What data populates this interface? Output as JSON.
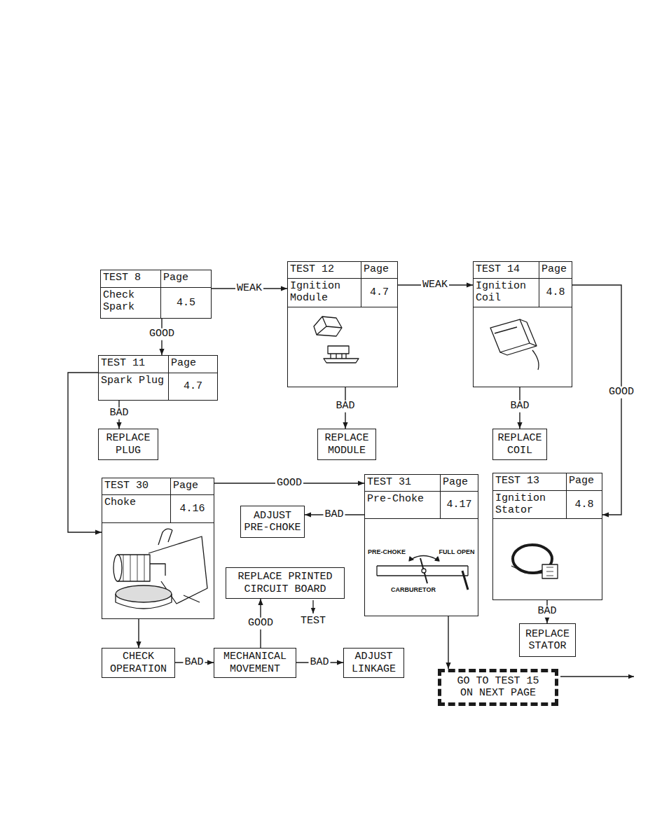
{
  "diagram": {
    "nodes": [
      {
        "text": [
          "TEST 8",
          "Page",
          "Check Spark",
          "4.5"
        ]
      },
      {
        "text": [
          "TEST 12",
          "Page",
          "Ignition Module",
          "4.7"
        ]
      },
      {
        "text": [
          "TEST 14",
          "Page",
          "Ignition Coil",
          "4.8"
        ]
      },
      {
        "text": [
          "TEST 11",
          "Page",
          "Spark Plug",
          "4.7"
        ]
      },
      {
        "text": [
          "REPLACE PLUG"
        ]
      },
      {
        "text": [
          "REPLACE MODULE"
        ]
      },
      {
        "text": [
          "REPLACE COIL"
        ]
      },
      {
        "text": [
          "TEST 30",
          "Page",
          "Choke",
          "4.16"
        ]
      },
      {
        "text": [
          "TEST 31",
          "Page",
          "Pre-Choke",
          "4.17"
        ]
      },
      {
        "text": [
          "TEST 13",
          "Page",
          "Ignition Stator",
          "4.8"
        ]
      },
      {
        "text": [
          "ADJUST PRE-CHOKE"
        ]
      },
      {
        "text": [
          "REPLACE PRINTED CIRCUIT BOARD"
        ]
      },
      {
        "text": [
          "REPLACE STATOR"
        ]
      },
      {
        "text": [
          "CHECK OPERATION"
        ]
      },
      {
        "text": [
          "MECHANICAL MOVEMENT"
        ]
      },
      {
        "text": [
          "ADJUST LINKAGE"
        ]
      },
      {
        "text": [
          "GO TO TEST 15 ON NEXT PAGE"
        ]
      }
    ],
    "edges": [
      {
        "from": 0,
        "to": 1,
        "label": "WEAK",
        "arrow": "to"
      },
      {
        "from": 1,
        "to": 2,
        "label": "WEAK",
        "arrow": "to"
      },
      {
        "from": 0,
        "to": 3,
        "label": "GOOD",
        "arrow": "to"
      },
      {
        "from": 3,
        "to": 4,
        "label": "BAD",
        "arrow": "to"
      },
      {
        "from": 1,
        "to": 5,
        "label": "BAD",
        "arrow": "to"
      },
      {
        "from": 2,
        "to": 6,
        "label": "BAD",
        "arrow": "to"
      },
      {
        "from": 2,
        "to": 9,
        "label": "GOOD",
        "arrow": "to"
      },
      {
        "from": 3,
        "to": 7,
        "arrow": "to"
      },
      {
        "from": 7,
        "to": 8,
        "label": "GOOD",
        "arrow": "to"
      },
      {
        "from": 8,
        "to": 10,
        "label": "BAD",
        "arrow": "to"
      },
      {
        "from": 7,
        "to": 13,
        "arrow": "to"
      },
      {
        "from": 9,
        "to": 12,
        "label": "BAD",
        "arrow": "to"
      },
      {
        "from": 13,
        "to": 14,
        "label": "BAD",
        "arrow": "to"
      },
      {
        "from": 14,
        "to": 11,
        "label": "GOOD",
        "arrow": "to"
      },
      {
        "from": 14,
        "to": 15,
        "label": "BAD",
        "arrow": "to"
      },
      {
        "from": 8,
        "to": 16,
        "arrow": "to"
      }
    ],
    "labels": [
      "PRE-CHOKE",
      "FULL OPEN",
      "CARBURETOR",
      "TEST"
    ]
  }
}
